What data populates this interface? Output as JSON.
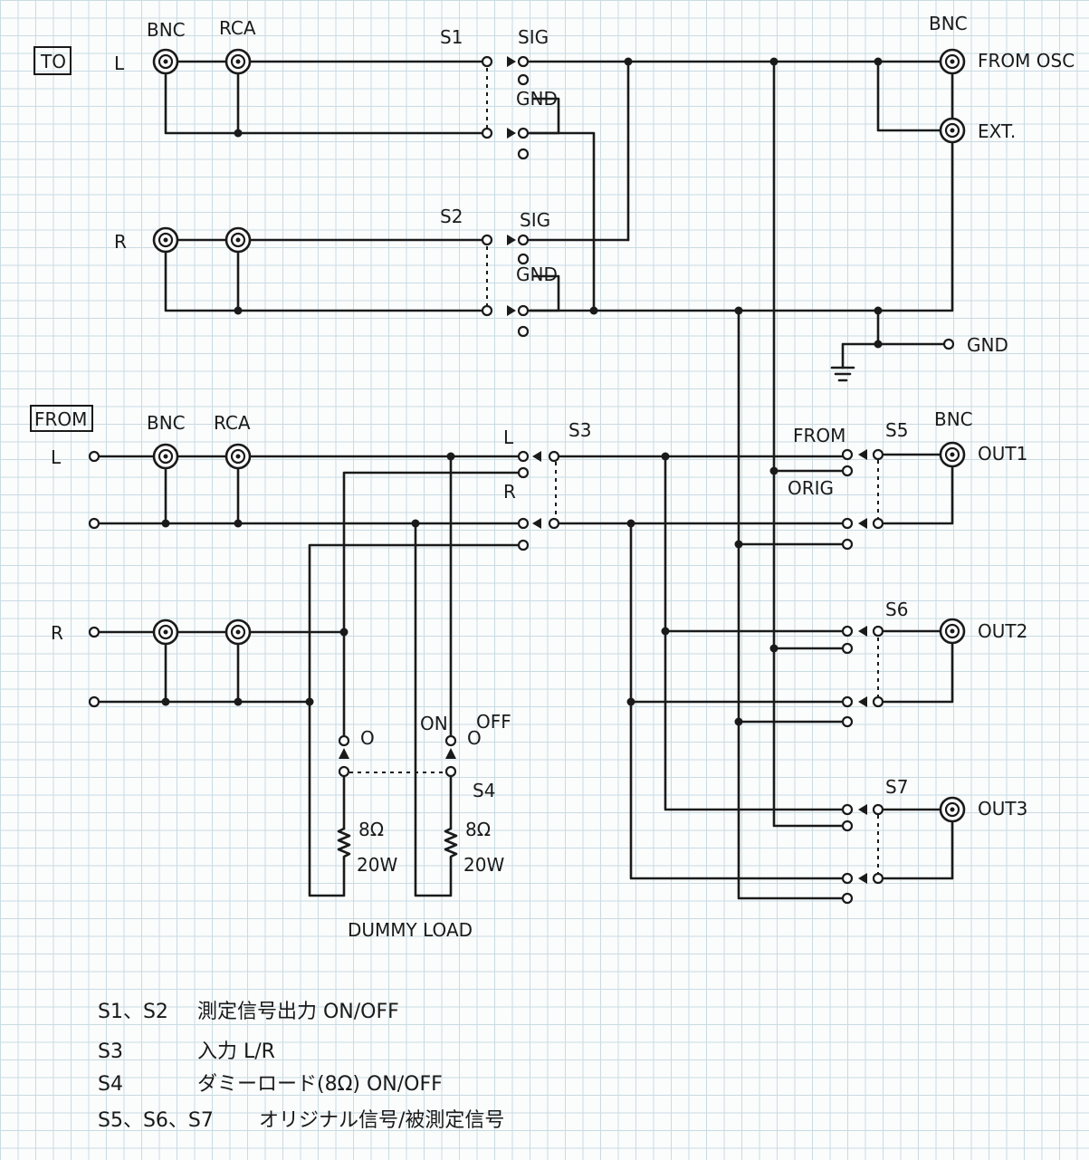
{
  "labels": {
    "to": "TO",
    "from": "FROM",
    "L": "L",
    "R": "R",
    "bnc": "BNC",
    "rca": "RCA",
    "s1": "S1",
    "s2": "S2",
    "s3": "S3",
    "s4": "S4",
    "s5": "S5",
    "s6": "S6",
    "s7": "S7",
    "sig": "SIG",
    "gnd": "GND",
    "from_osc": "FROM OSC",
    "ext": "EXT.",
    "gnd_term": "GND",
    "s3_l": "L",
    "s3_r": "R",
    "from_sw": "FROM",
    "orig": "ORIG",
    "out1": "OUT1",
    "out2": "OUT2",
    "out3": "OUT3",
    "on": "ON",
    "off": "OFF",
    "s4_left_o": "O",
    "s4_off_o": "O",
    "res_value": "8Ω",
    "res_power": "20W",
    "dummy_load": "DUMMY LOAD"
  },
  "legend": [
    {
      "switch": "S1、S2",
      "desc": "測定信号出力  ON/OFF"
    },
    {
      "switch": "S3",
      "desc": "入力 L/R"
    },
    {
      "switch": "S4",
      "desc": "ダミーロード(8Ω) ON/OFF"
    },
    {
      "switch": "S5、S6、S7",
      "desc": "オリジナル信号/被測定信号"
    }
  ],
  "colors": {
    "ink": "#1a1a1a",
    "paper": "#fbfcfc",
    "grid": "#c9dbe3"
  }
}
